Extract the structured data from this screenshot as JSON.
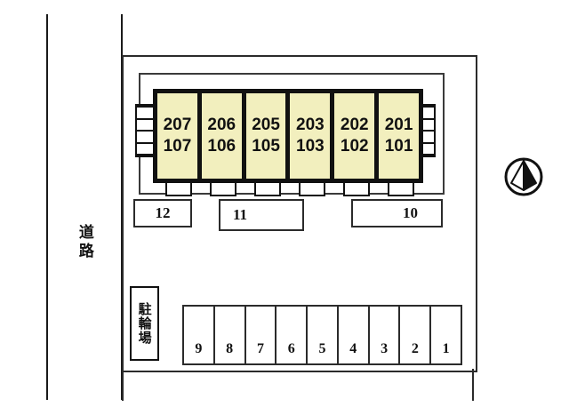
{
  "plan": {
    "title": "Apartment Site Plan",
    "colors": {
      "unit_fill": "#f2efbe",
      "ink": "#111111",
      "line": "#2b2b2b",
      "paper": "#ffffff"
    }
  },
  "road": {
    "label": "道路"
  },
  "building": {
    "units": [
      {
        "upper": "207",
        "lower": "107"
      },
      {
        "upper": "206",
        "lower": "106"
      },
      {
        "upper": "205",
        "lower": "105"
      },
      {
        "upper": "203",
        "lower": "103"
      },
      {
        "upper": "202",
        "lower": "102"
      },
      {
        "upper": "201",
        "lower": "101"
      }
    ],
    "stairs": [
      {
        "position": "left",
        "treads": 5
      },
      {
        "position": "right",
        "treads": 5
      }
    ],
    "entrance_tabs": 6
  },
  "upper_parking": {
    "boxes": [
      {
        "label": "12"
      },
      {
        "label": "11"
      },
      {
        "label": "10"
      }
    ]
  },
  "bicycle_parking": {
    "label": "駐輪場"
  },
  "lower_parking": {
    "spaces": [
      "9",
      "8",
      "7",
      "6",
      "5",
      "4",
      "3",
      "2",
      "1"
    ]
  },
  "compass": {
    "name": "north-arrow",
    "direction": "north"
  }
}
